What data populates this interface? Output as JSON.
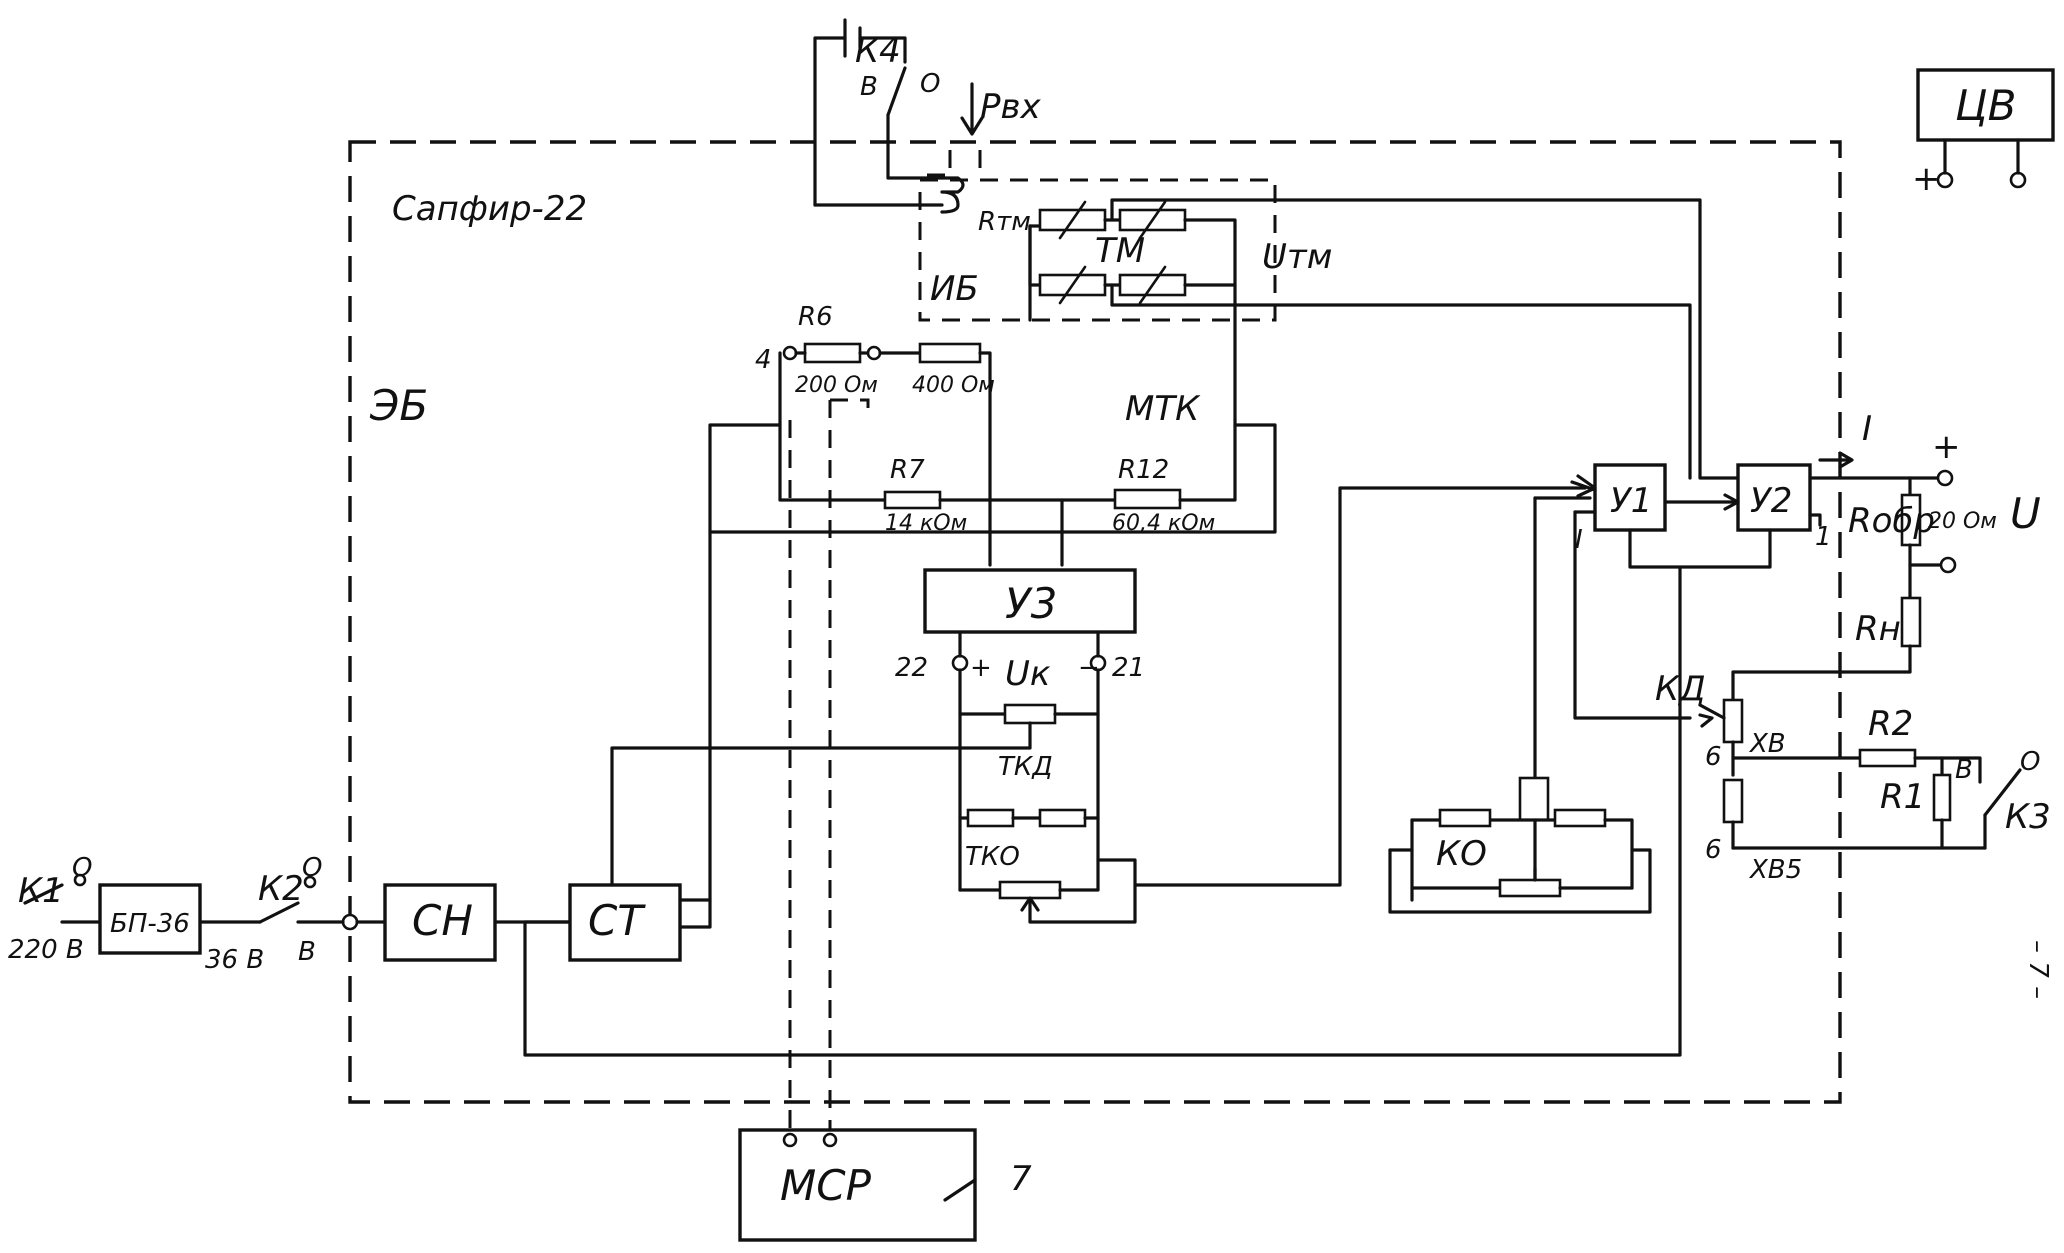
{
  "labels": {
    "sapfir": "Сапфир-22",
    "eb": "ЭБ",
    "ib": "ИБ",
    "tm": "ТМ",
    "mtk": "МТК",
    "r_tm": "Rтм",
    "u_tm": "Uтм",
    "p_in": "Pвх",
    "k4": "К4",
    "k4_b": "В",
    "k4_o": "О",
    "cv": "ЦВ",
    "cv_plus": "+",
    "r6": "R6",
    "r6_val": "200 Ом",
    "r_400": "400 Ом",
    "node_4": "4",
    "r7": "R7",
    "r7_val": "14 кОм",
    "r12": "R12",
    "r12_val": "60,4 кОм",
    "u3": "У3",
    "u1": "У1",
    "u2": "У2",
    "node_22": "22",
    "node_21": "21",
    "uk": "Uк",
    "uk_plus": "+",
    "uk_minus": "−",
    "tkd": "ТКД",
    "tko": "ТКО",
    "ko": "КО",
    "kd": "КД",
    "current_i": "I",
    "out_plus": "+",
    "r_obr": "Rобр",
    "r_obr_val": "20 Ом",
    "out_u": "U",
    "r_h": "Rн",
    "xv": "ХВ",
    "xv5": "ХВ5",
    "node_6a": "6",
    "node_6b": "6",
    "r2": "R2",
    "r1": "R1",
    "k3": "К3",
    "k3_b": "В",
    "k3_o": "О",
    "k1": "К1",
    "k1_o": "О",
    "v220": "220 В",
    "bp36": "БП-36",
    "v36": "36 В",
    "k2": "К2",
    "k2_o": "О",
    "k2_b": "В",
    "ch": "СН",
    "ct": "СТ",
    "mcp": "МСР",
    "num_7": "7",
    "side_mark": "– 7 –",
    "mark_one_a": "I",
    "mark_one_b": "1"
  }
}
